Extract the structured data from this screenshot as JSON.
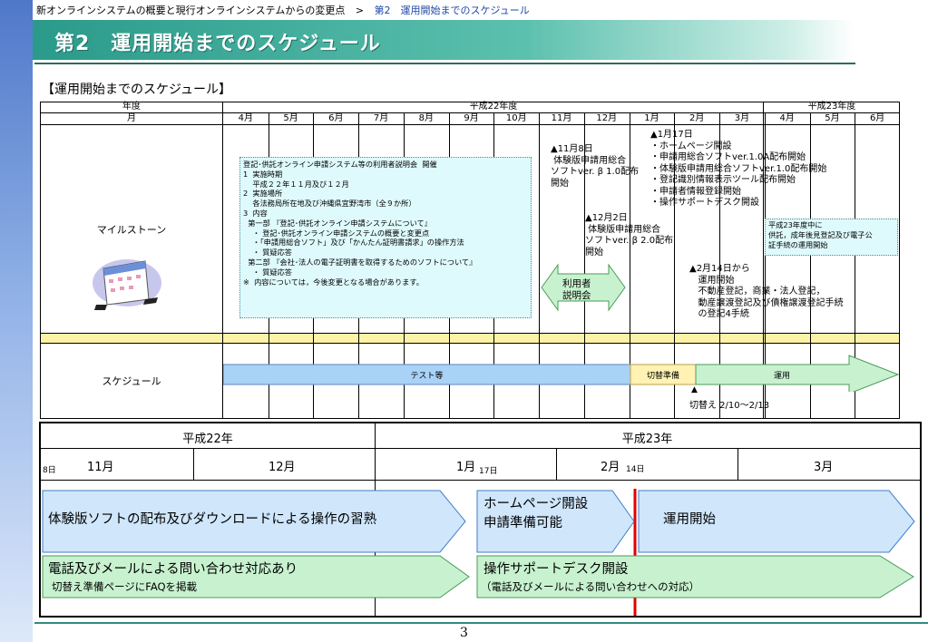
{
  "breadcrumb": {
    "parent": "新オンラインシステムの概要と現行オンラインシステムからの変更点",
    "separator": ">",
    "current": "第2　運用開始までのスケジュール"
  },
  "page_title": "第2　運用開始までのスケジュール",
  "section_heading": "【運用開始までのスケジュール】",
  "table": {
    "header_year": "年度",
    "header_month": "月",
    "fy22": "平成22年度",
    "fy23": "平成23年度",
    "months": [
      "4月",
      "5月",
      "6月",
      "7月",
      "8月",
      "9月",
      "10月",
      "11月",
      "12月",
      "1月",
      "2月",
      "3月",
      "4月",
      "5月",
      "6月"
    ],
    "row_milestone": "マイルストーン",
    "row_schedule": "スケジュール"
  },
  "briefing_note": "登記･供託オンライン申請システム等の利用者説明会  開催\n1  実施時期\n    平成２２年１１月及び１２月\n2  実施場所\n    各法務局所在地及び沖縄県宜野湾市（全９か所）\n3  内容\n  第一部 『登記･供託オンライン申請システムについて』\n    ・ 登記･供託オンライン申請システムの概要と変更点\n    ・「申請用総合ソフト」及び「かんたん証明書請求」の操作方法\n    ・ 質疑応答\n  第二部 『会社･法人の電子証明書を取得するためのソフトについて』\n    ・ 質疑応答\n※  内容については，今後変更となる場合があります。",
  "milestone_nov8": "▲11月8日\n 体験版申請用総合\nソフトver. β 1.0配布\n開始",
  "milestone_dec2": "▲12月2日\n 体験版申請用総合\nソフトver. β 2.0配布\n開始",
  "milestone_jan17": "▲1月17日\n・ホームページ開設\n・申請用総合ソフトver.1.0A配布開始\n・体験版申請用総合ソフトver.1.0配布開始\n・登記識別情報表示ツール配布開始\n・申請者情報登録開始\n・操作サポートデスク開設",
  "milestone_feb14": "▲2月14日から\n   運用開始\n   不動産登記，商業・法人登記，\n   動産譲渡登記及び債権譲渡登記手続\n   の登記4手続",
  "fy23_note": "平成23年度中に\n供託，成年後見登記及び電子公\n証手続の運用開始",
  "user_briefing": "利用者\n説明会",
  "schedule": {
    "test": "テスト等",
    "switch": "切替準備",
    "operation": "運用",
    "switch_note": "切替え 2/10～2/13"
  },
  "timeline": {
    "h22": "平成22年",
    "h23": "平成23年",
    "nov": "11月",
    "dec": "12月",
    "jan": "1月",
    "feb": "2月",
    "mar": "3月",
    "d8": "8日",
    "d17": "17日",
    "d14": "14日",
    "arrow1": "体験版ソフトの配布及びダウンロードによる操作の習熟",
    "arrow2": "ホームページ開設\n申請準備可能",
    "arrow3": "運用開始",
    "green1_title": "電話及びメールによる問い合わせ対応あり",
    "green1_sub": "切替え準備ページにFAQを掲載",
    "green2_title": "操作サポートデスク開設",
    "green2_sub": "（電話及びメールによる問い合わせへの対応）"
  },
  "page_number": "3",
  "colors": {
    "banner": "#2a9a8a",
    "arrow_blue": "#cfe6fb",
    "arrow_blue_stroke": "#3f7ecb",
    "arrow_green": "#c8f2cf",
    "schedule_bar": "#a9d2f7",
    "switch_bar": "#fff2b3",
    "band": "#fdf3a6",
    "red_line": "#e00000"
  }
}
